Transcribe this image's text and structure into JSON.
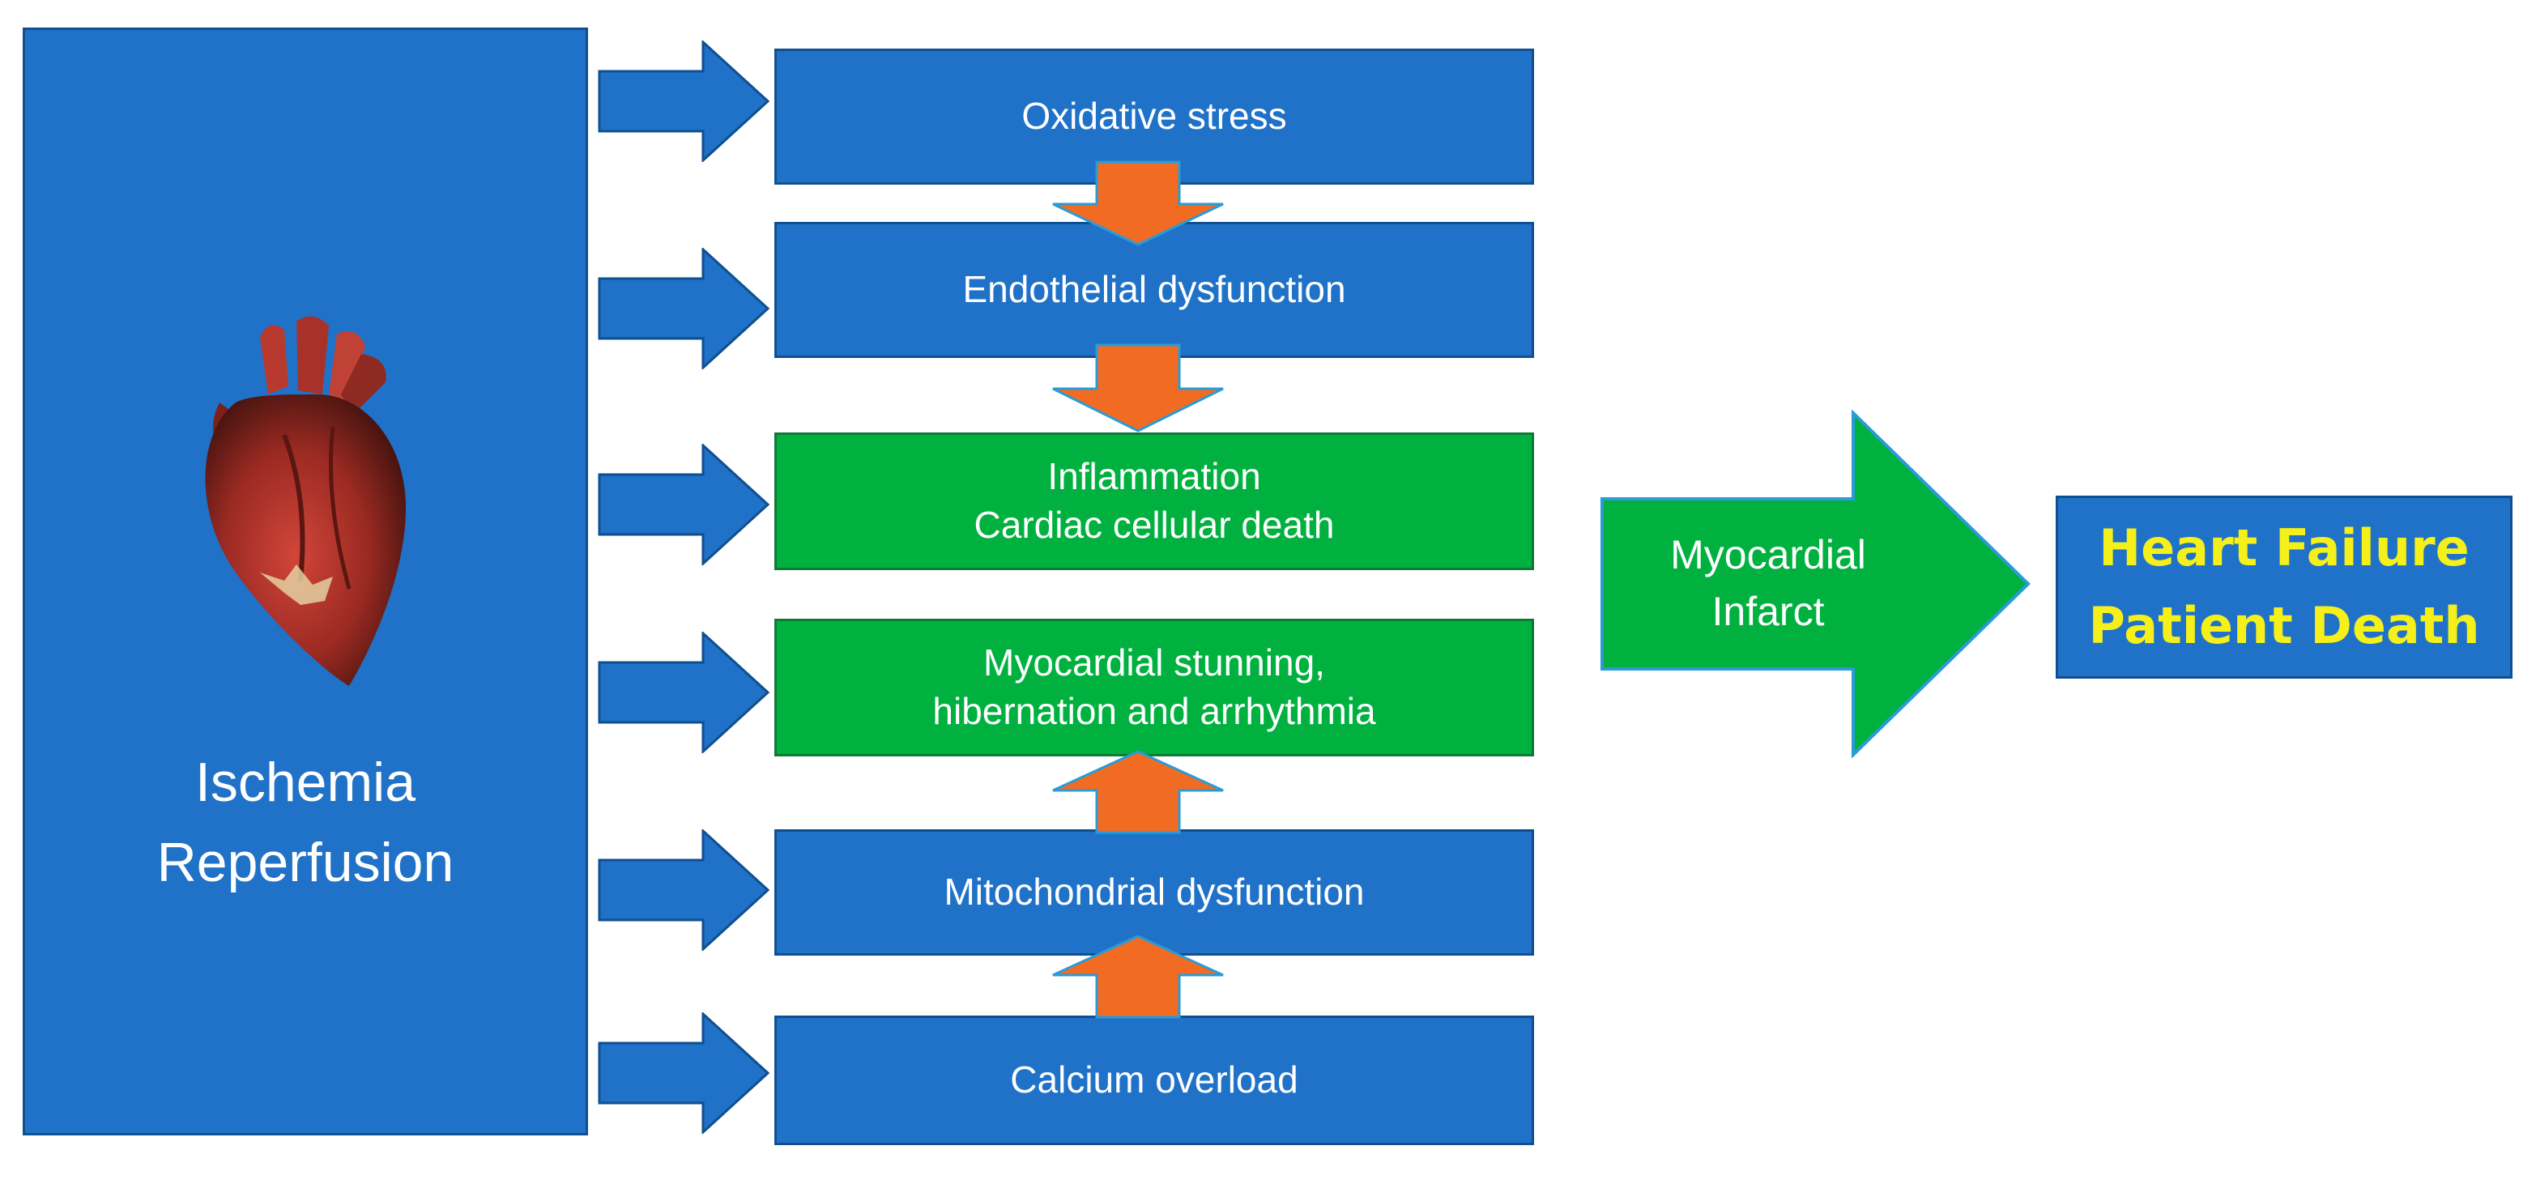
{
  "source": {
    "lines": [
      "Ischemia",
      "Reperfusion"
    ],
    "image": "heart-illustration"
  },
  "steps": [
    {
      "lines": [
        "Oxidative stress"
      ],
      "color": "#1f72c8"
    },
    {
      "lines": [
        "Endothelial dysfunction"
      ],
      "color": "#1f72c8"
    },
    {
      "lines": [
        "Inflammation",
        "Cardiac cellular death"
      ],
      "color": "#00b140"
    },
    {
      "lines": [
        "Myocardial stunning,",
        "hibernation and arrhythmia"
      ],
      "color": "#00b140"
    },
    {
      "lines": [
        "Mitochondrial dysfunction"
      ],
      "color": "#1f72c8"
    },
    {
      "lines": [
        "Calcium overload"
      ],
      "color": "#1f72c8"
    }
  ],
  "infarct": {
    "lines": [
      "Myocardial",
      "Infarct"
    ],
    "color": "#00b140"
  },
  "outcome": {
    "lines": [
      "Heart Failure",
      "Patient Death"
    ],
    "text_color": "#f5f01a"
  },
  "colors": {
    "blue": "#1f72c8",
    "green": "#00b140",
    "orange_arrow": "#f26b22",
    "outcome_text": "#f5f01a"
  },
  "icons": {
    "blue_arrows": "right-arrow-icon",
    "orange_arrows": "orange-flow-arrow-icon",
    "big_arrow": "big-right-arrow-icon"
  }
}
